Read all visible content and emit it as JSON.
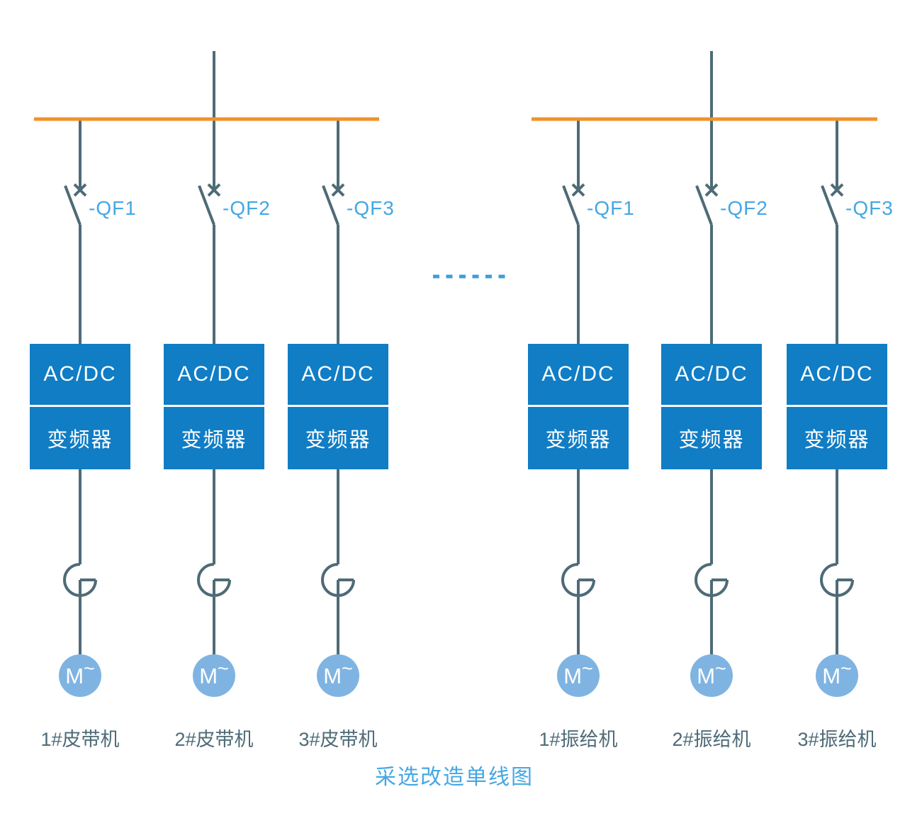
{
  "title": "采选改造单线图",
  "colors": {
    "line": "#4e6b77",
    "bus": "#f0922a",
    "box_blue": "#107dc5",
    "label_blue": "#45a7e3",
    "motor_fill": "#7fb4e2",
    "dash_blue": "#3f9cd9",
    "text_dark": "#4e6b77"
  },
  "ellipsis": {
    "dash_count": 6
  },
  "groups": [
    {
      "branches": [
        {
          "breaker_label": "-QF1",
          "converter_line1": "AC/DC",
          "converter_line2": "变频器",
          "motor_label": "M",
          "motor_tilde": "~",
          "load_label": "1#皮带机"
        },
        {
          "breaker_label": "-QF2",
          "converter_line1": "AC/DC",
          "converter_line2": "变频器",
          "motor_label": "M",
          "motor_tilde": "~",
          "load_label": "2#皮带机"
        },
        {
          "breaker_label": "-QF3",
          "converter_line1": "AC/DC",
          "converter_line2": "变频器",
          "motor_label": "M",
          "motor_tilde": "~",
          "load_label": "3#皮带机"
        }
      ]
    },
    {
      "branches": [
        {
          "breaker_label": "-QF1",
          "converter_line1": "AC/DC",
          "converter_line2": "变频器",
          "motor_label": "M",
          "motor_tilde": "~",
          "load_label": "1#振给机"
        },
        {
          "breaker_label": "-QF2",
          "converter_line1": "AC/DC",
          "converter_line2": "变频器",
          "motor_label": "M",
          "motor_tilde": "~",
          "load_label": "2#振给机"
        },
        {
          "breaker_label": "-QF3",
          "converter_line1": "AC/DC",
          "converter_line2": "变频器",
          "motor_label": "M",
          "motor_tilde": "~",
          "load_label": "3#振给机"
        }
      ]
    }
  ]
}
